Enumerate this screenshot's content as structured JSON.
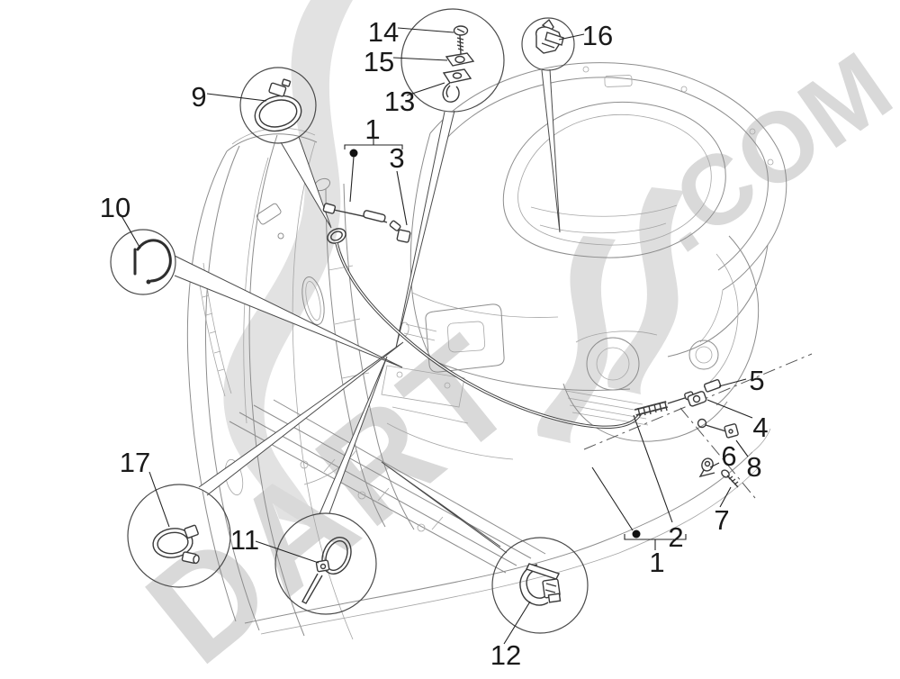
{
  "watermark": {
    "word": "DART",
    "suffix": ".COM"
  },
  "labels": {
    "n1": "1",
    "n2": "2",
    "n3": "3",
    "n4": "4",
    "n5": "5",
    "n6": "6",
    "n7": "7",
    "n8": "8",
    "n9": "9",
    "n10": "10",
    "n11": "11",
    "n12": "12",
    "n13": "13",
    "n14": "14",
    "n15": "15",
    "n16": "16",
    "n17": "17"
  }
}
